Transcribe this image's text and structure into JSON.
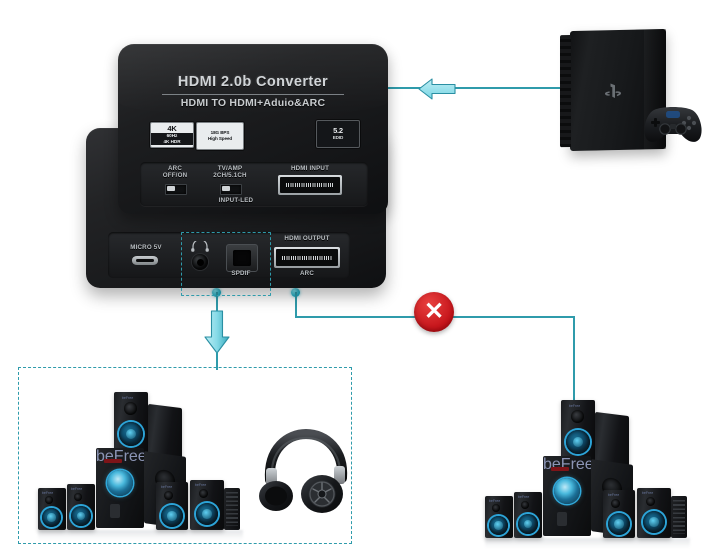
{
  "diagram": {
    "title": "HDMI 2.0b Converter connection diagram",
    "accent_color": "#2f9bab",
    "forbidden_color": "#c21017",
    "background_color": "#ffffff"
  },
  "converter": {
    "top_unit": {
      "title": "HDMI 2.0b Converter",
      "subtitle": "HDMI TO HDMI+Aduio&ARC",
      "badges": [
        {
          "name": "resolution-badge",
          "line1": "4K",
          "line2": "60Hz",
          "line3": "4K HDR"
        },
        {
          "name": "bandwidth-badge",
          "line1": "18G BPS",
          "line2": "High Speed"
        },
        {
          "name": "edid-badge",
          "line1": "5.2",
          "line2": "EDID"
        }
      ],
      "switches": [
        {
          "name": "arc-switch",
          "label_top": "ARC",
          "label_bottom": "OFF/ON"
        },
        {
          "name": "audio-mode-switch",
          "label_top": "TV/AMP",
          "label_bottom": "2CH/5.1CH"
        }
      ],
      "hdmi_input_label": "HDMI INPUT",
      "input_led_label": "INPUT-LED"
    },
    "bottom_unit": {
      "power_label": "MICRO 5V",
      "headphone_label": "",
      "spdif_label": "SPDIF",
      "hdmi_output_label": "HDMI OUTPUT",
      "arc_label": "ARC"
    }
  },
  "source_device": {
    "name": "PlayStation 4 Pro console",
    "controller": "DualShock 4 controller"
  },
  "connections": [
    {
      "name": "source-to-hdmi-input",
      "from": "PlayStation 4 Pro",
      "to": "HDMI INPUT",
      "marker": "arrow-left",
      "status": "allowed"
    },
    {
      "name": "spdif-to-audio-devices",
      "from": "SPDIF / headphone out",
      "to": "5.1 speaker system and headphones",
      "marker": "arrow-down",
      "status": "allowed"
    },
    {
      "name": "hdmi-arc-to-speakers",
      "from": "HDMI OUTPUT (ARC)",
      "to": "5.1 speaker system",
      "marker": "X",
      "status": "not-supported"
    }
  ],
  "output_devices": {
    "supported_group_label": "",
    "speaker_system": "5.1 channel surround speaker system",
    "headphones": "Over-ear wired headphones",
    "unsupported_speaker_system": "5.1 channel surround speaker system"
  }
}
